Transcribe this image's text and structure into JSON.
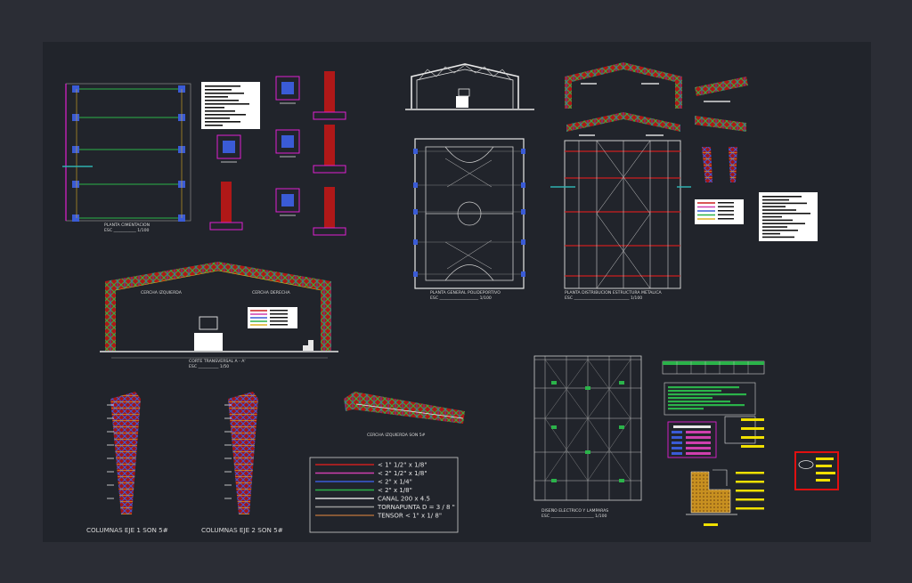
{
  "colors": {
    "background": "#2b2d35",
    "sheet": "#21242b",
    "red_member": "#cc1f1f",
    "blue_member": "#3a5bd6",
    "green_member": "#2bb34a",
    "magenta": "#e020d0",
    "yellow_tag": "#f0e000",
    "highlight_frame": "#e01010"
  },
  "labels": {
    "planta_cimentacion": "PLANTA CIMENTACION",
    "esc_1_100_a": "ESC ___________ 1/100",
    "planta_polideportivo": "PLANTA GENERAL POLIDEPORTIVO",
    "esc_1_100_b": "ESC ___________________ 1/100",
    "planta_estructura": "PLANTA DISTRIBUCION ESTRUCTURA METALICA",
    "esc_1_100_c": "ESC ___________________________ 1/100",
    "cercha_izquierda": "CERCHA IZQUIERDA",
    "cercha_derecha": "CERCHA DERECHA",
    "corte_transversal": "CORTE TRANSVERSAL A - A'",
    "esc_1_50": "ESC __________ 1/50",
    "cercha_izquierda_son": "CERCHA IZQUIERDA SON 5#",
    "columnas_eje_1": "COLUMNAS EJE 1 SON 5#",
    "columnas_eje_2": "COLUMNAS EJE 2 SON 5#",
    "diseno_electrico": "DISEÑO ELECTRICO Y LAMPARAS",
    "esc_1_100_d": "ESC _____________________ 1/100"
  },
  "legend": [
    {
      "label": "< 1\" 1/2\" x 1/8\"",
      "color": "#cc1f1f"
    },
    {
      "label": "< 2\" 1/2\" x 1/8\"",
      "color": "#cf3fae"
    },
    {
      "label": "< 2\" x 1/4\"",
      "color": "#3a5bd6"
    },
    {
      "label": "< 2\" x 1/8\"",
      "color": "#2bb34a"
    },
    {
      "label": "CANAL 200 x 4.5",
      "color": "#dcdcdc"
    },
    {
      "label": "TORNAPUNTA D = 3 / 8 \"",
      "color": "#9a9a9a"
    },
    {
      "label": "TENSOR < 1\" x 1/ 8\"",
      "color": "#a86a3a"
    }
  ]
}
